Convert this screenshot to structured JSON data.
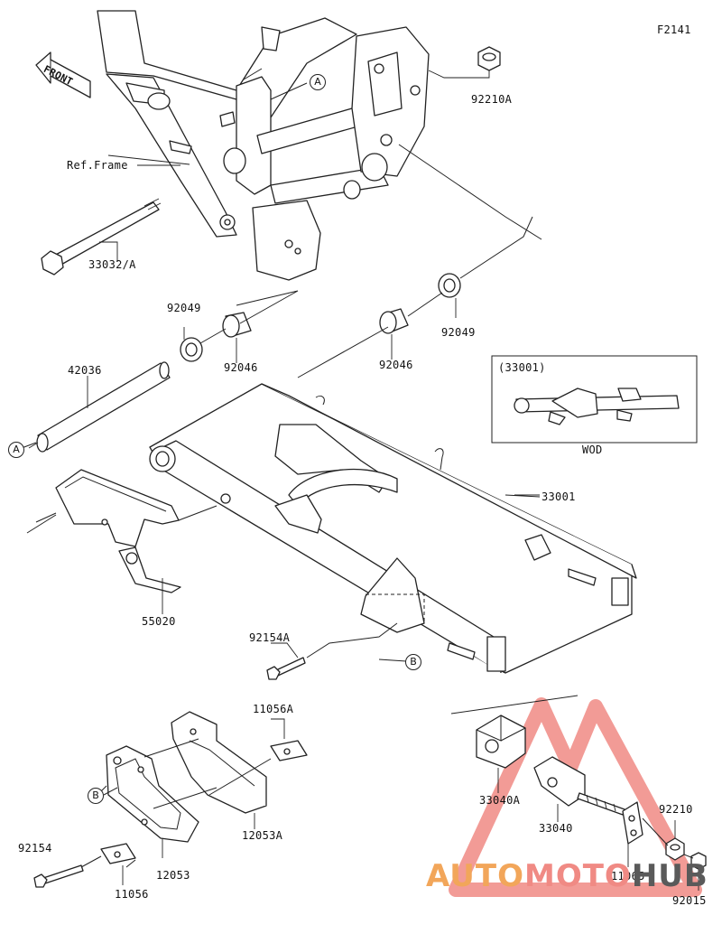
{
  "figure_code": "F2141",
  "front_label": "FRONT",
  "ref_frame": "Ref.Frame",
  "parts": {
    "p92210A": "92210A",
    "p33032A": "33032/A",
    "p92049_left": "92049",
    "p92046_left": "92046",
    "p92046_right": "92046",
    "p92049_right": "92049",
    "p42036": "42036",
    "p33001": "33001",
    "p55020": "55020",
    "p92154A": "92154A",
    "p11056A": "11056A",
    "p12053A": "12053A",
    "p12053": "12053",
    "p11056": "11056",
    "p92154": "92154",
    "p33040A": "33040A",
    "p33040": "33040",
    "p92210": "92210",
    "p11065": "11065",
    "p92015": "92015"
  },
  "inset": {
    "title": "(33001)",
    "caption": "WOD"
  },
  "callouts": {
    "a_top": "A",
    "a_left": "A",
    "b_mid": "B",
    "b_lower": "B"
  },
  "watermark": {
    "auto": "AUTO",
    "moto": "MOTO",
    "hub": "HUB",
    "triangle_color": "#f08a84",
    "auto_color": "#f2a65a",
    "moto_color": "#f08a84",
    "hub_color": "#5a5a5a"
  }
}
